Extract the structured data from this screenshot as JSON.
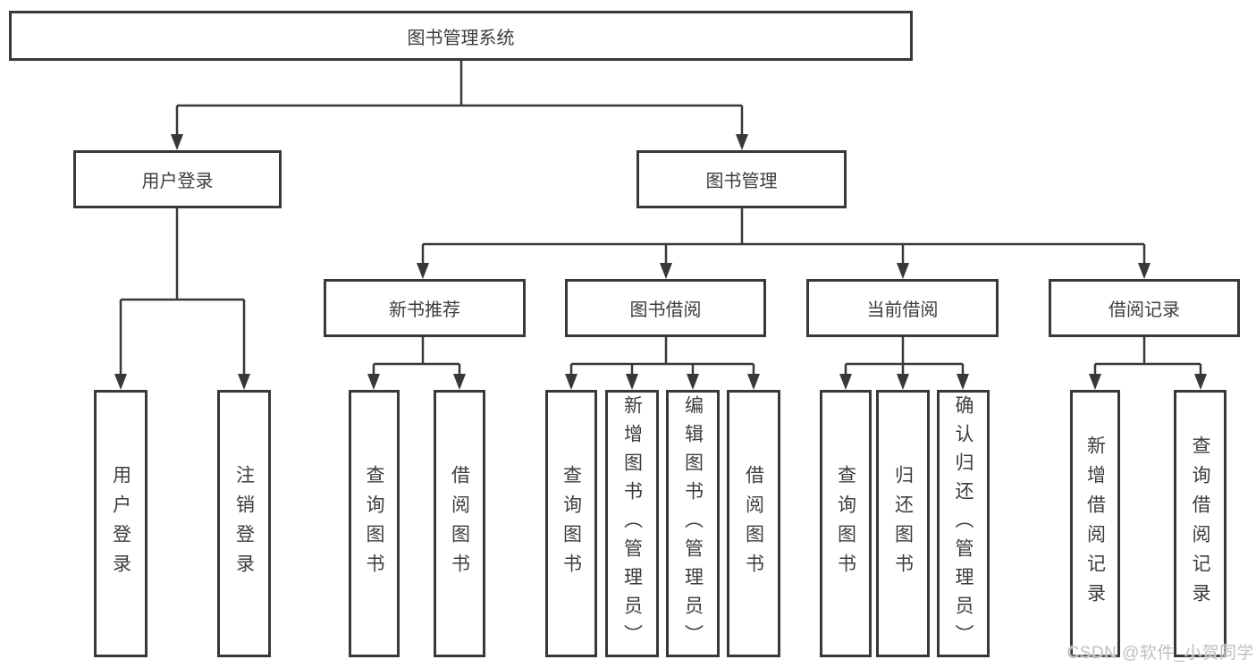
{
  "labels": {
    "root": "图书管理系统",
    "user_login": "用户登录",
    "book_mgmt": "图书管理",
    "new_book_rec": "新书推荐",
    "book_borrowing": "图书借阅",
    "current_borrowing": "当前借阅",
    "borrowing_records": "借阅记录",
    "leaf_user_login": "用户登录",
    "leaf_logout": "注销登录",
    "leaf_rec_query_books": "查询图书",
    "leaf_rec_borrow_books": "借阅图书",
    "leaf_bor_query_books": "查询图书",
    "leaf_bor_add_books": "新增图书（管理员）",
    "leaf_bor_edit_books": "编辑图书（管理员）",
    "leaf_bor_borrow_books": "借阅图书",
    "leaf_cur_query_books": "查询图书",
    "leaf_cur_return_books": "归还图书",
    "leaf_cur_confirm_return": "确认归还（管理员）",
    "leaf_rec_add_record": "新增借阅记录",
    "leaf_rec_query_record": "查询借阅记录"
  },
  "watermark": "CSDN @软件_小贺同学",
  "colors": {
    "line": "#383838",
    "text": "#3d3d3d",
    "watermark": "#bdbdbd",
    "background": "#ffffff"
  },
  "hierarchy": {
    "图书管理系统": {
      "用户登录": [
        "用户登录",
        "注销登录"
      ],
      "图书管理": {
        "新书推荐": [
          "查询图书",
          "借阅图书"
        ],
        "图书借阅": [
          "查询图书",
          "新增图书（管理员）",
          "编辑图书（管理员）",
          "借阅图书"
        ],
        "当前借阅": [
          "查询图书",
          "归还图书",
          "确认归还（管理员）"
        ],
        "借阅记录": [
          "新增借阅记录",
          "查询借阅记录"
        ]
      }
    }
  }
}
